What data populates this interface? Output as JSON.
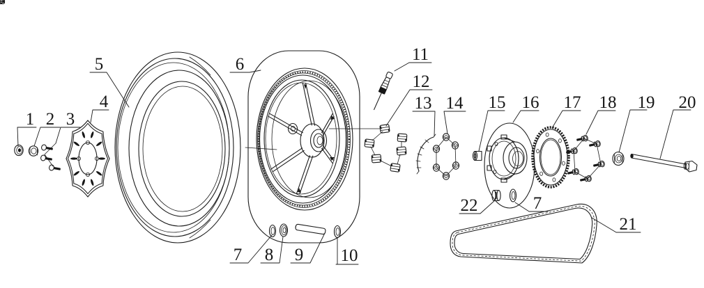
{
  "figure": {
    "type": "exploded-parts-diagram",
    "subject": "motorcycle rear wheel assembly",
    "background_color": "#ffffff",
    "line_color": "#1c1c1c",
    "label_color": "#161616"
  },
  "callouts": {
    "c1": "1",
    "c2": "2",
    "c3": "3",
    "c4": "4",
    "c5": "5",
    "c6": "6",
    "c7": "7",
    "c8": "8",
    "c9": "9",
    "c10": "10",
    "c11": "11",
    "c12": "12",
    "c13": "13",
    "c14": "14",
    "c15": "15",
    "c16": "16",
    "c17": "17",
    "c18": "18",
    "c19": "19",
    "c20": "20",
    "c21": "21",
    "c22": "22",
    "c7b": "7"
  }
}
